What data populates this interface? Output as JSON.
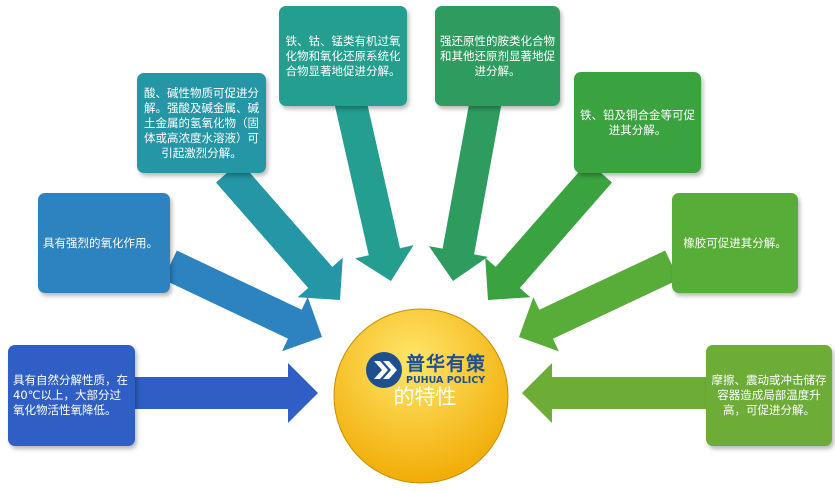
{
  "center": {
    "title_line1": "有",
    "title_line2": "的特性"
  },
  "logo": {
    "name_cn": "普华有策",
    "name_en": "PUHUA POLICY"
  },
  "nodes": [
    {
      "text": "具有自然分解性质，在40℃以上，大部分过氧化物活性氧降低。"
    },
    {
      "text": "具有强烈的氧化作用。"
    },
    {
      "text": "酸、碱性物质可促进分解。强酸及碱金属、碱土金属的氢氧化物（固体或高浓度水溶液）可引起激烈分解。"
    },
    {
      "text": "铁、钴、锰类有机过氧化物和氧化还原系统化合物显著地促进分解。"
    },
    {
      "text": "强还原性的胺类化合物和其他还原剂显著地促进分解。"
    },
    {
      "text": "铁、铅及铜合金等可促进其分解。"
    },
    {
      "text": "橡胶可促进其分解。"
    },
    {
      "text": "摩擦、震动或冲击储存容器造成局部温度升高，可促进分解。"
    }
  ],
  "colors": {
    "node_colors": [
      "#2f5fc4",
      "#2c83bf",
      "#2496a6",
      "#239e8f",
      "#2f9c5f",
      "#3aa340",
      "#57ad38",
      "#6cac37"
    ],
    "center_gradient": [
      "#ffe66a",
      "#f0a800"
    ]
  }
}
